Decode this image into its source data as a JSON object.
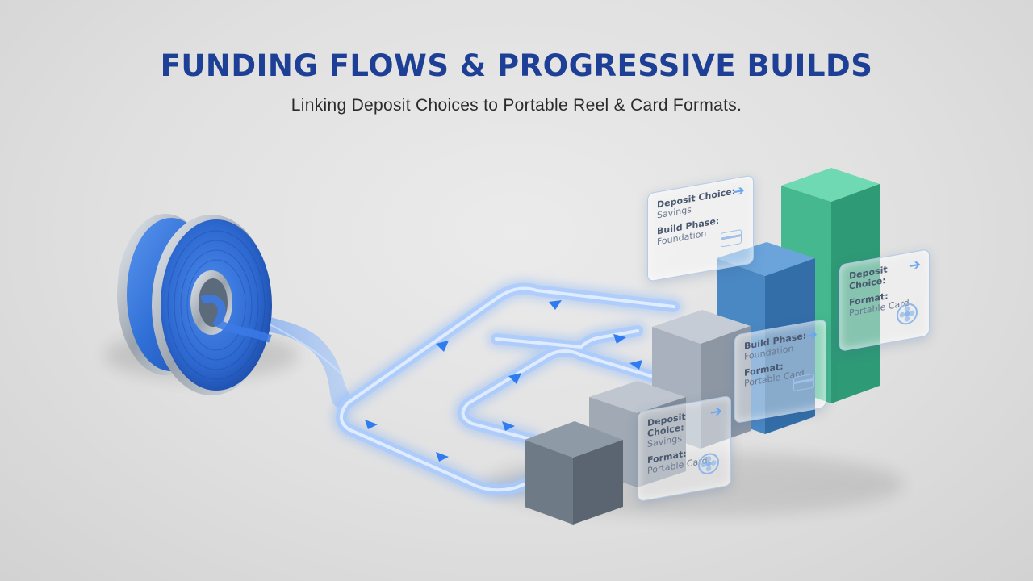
{
  "header": {
    "title": "FUNDING FLOWS & PROGRESSIVE BUILDS",
    "subtitle": "Linking Deposit Choices to Portable Reel & Card Formats."
  },
  "colors": {
    "title": "#1e3f96",
    "reel": "#2f6fd6",
    "tube": "#7fb2ff",
    "cube_grey": "#8a96a4",
    "cube_blue": "#4a88c4",
    "cube_green": "#4fbf9a"
  },
  "panels": [
    {
      "rows": [
        {
          "key": "Deposit Choice:",
          "value": "Savings"
        },
        {
          "key": "Build Phase:",
          "value": "Foundation"
        }
      ],
      "icon": "card-icon"
    },
    {
      "rows": [
        {
          "key": "Deposit Choice:",
          "value": "Savings"
        },
        {
          "key": "Format:",
          "value": "Portable Card"
        }
      ],
      "icon": "reel-icon"
    },
    {
      "rows": [
        {
          "key": "Build Phase:",
          "value": "Foundation"
        },
        {
          "key": "Format:",
          "value": "Portable Card"
        }
      ],
      "icon": "card-icon"
    },
    {
      "rows": [
        {
          "key": "Deposit Choice:",
          "value": ""
        },
        {
          "key": "Format:",
          "value": "Portable Card"
        }
      ],
      "icon": "reel-icon"
    }
  ]
}
